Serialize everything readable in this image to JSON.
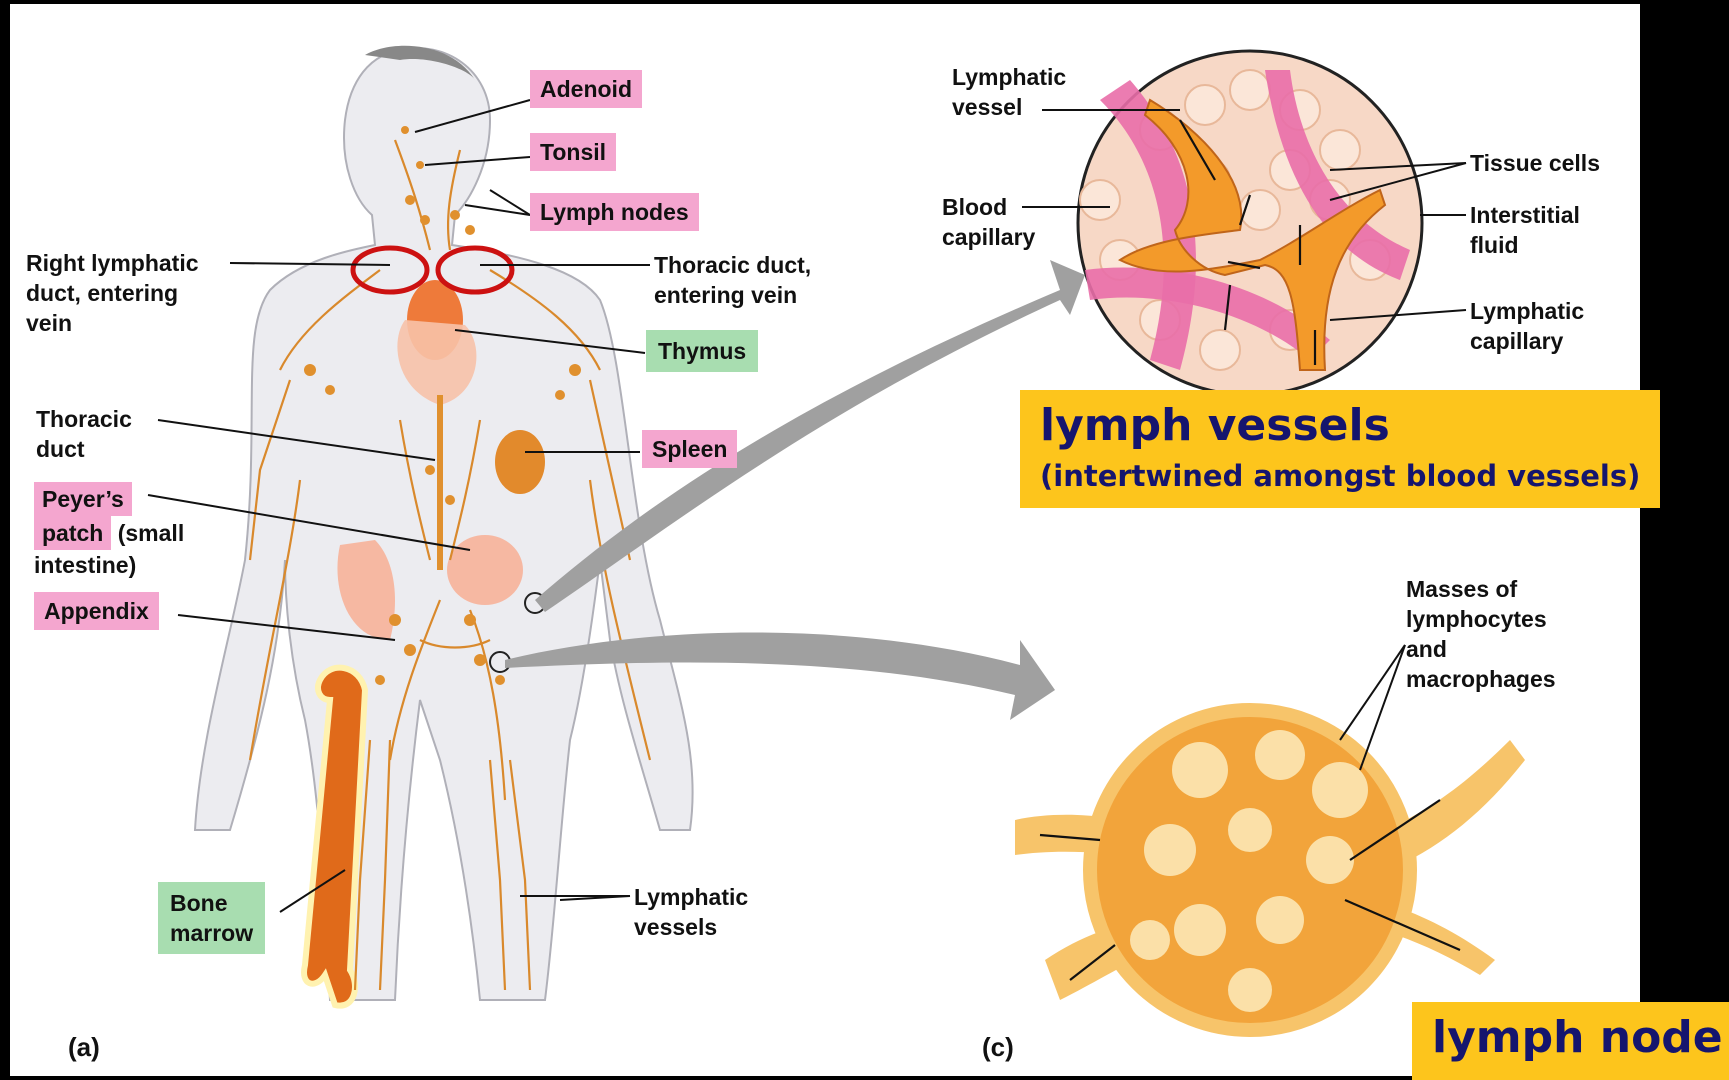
{
  "colors": {
    "page_bg": "#ffffff",
    "frame_bg": "#000000",
    "label_pink": "#f4a6cf",
    "label_green": "#a8ddb0",
    "banner_yellow": "#fdc51c",
    "banner_text": "#15156e",
    "lymph_orange": "#e8922e",
    "highlight_red": "#cc1111",
    "blood_pink": "#e96ea8",
    "arrow_gray": "#a0a0a0"
  },
  "left_figure": {
    "panel_label": "(a)",
    "labels": {
      "adenoid": "Adenoid",
      "tonsil": "Tonsil",
      "lymph_nodes": "Lymph nodes",
      "right_lymphatic_duct": "Right lymphatic\nduct, entering\nvein",
      "thoracic_duct_entering": "Thoracic duct,\nentering vein",
      "thymus": "Thymus",
      "thoracic_duct": "Thoracic\nduct",
      "spleen": "Spleen",
      "peyers_patch_a": "Peyer’s",
      "peyers_patch_b": "patch",
      "peyers_patch_rest": " (small\nintestine)",
      "appendix": "Appendix",
      "bone_marrow": "Bone\nmarrow",
      "lymphatic_vessels": "Lymphatic\nvessels"
    }
  },
  "right_top_figure": {
    "labels": {
      "lymphatic_vessel": "Lymphatic\nvessel",
      "blood_capillary": "Blood\ncapillary",
      "tissue_cells": "Tissue cells",
      "interstitial_fluid": "Interstitial\nfluid",
      "lymphatic_capillary": "Lymphatic\ncapillary"
    },
    "banner_title": "lymph vessels",
    "banner_subtitle": "(intertwined amongst blood vessels)"
  },
  "right_bottom_figure": {
    "panel_label": "(c)",
    "labels": {
      "masses": "Masses of\nlymphocytes\nand\nmacrophages"
    },
    "banner_title": "lymph node"
  }
}
